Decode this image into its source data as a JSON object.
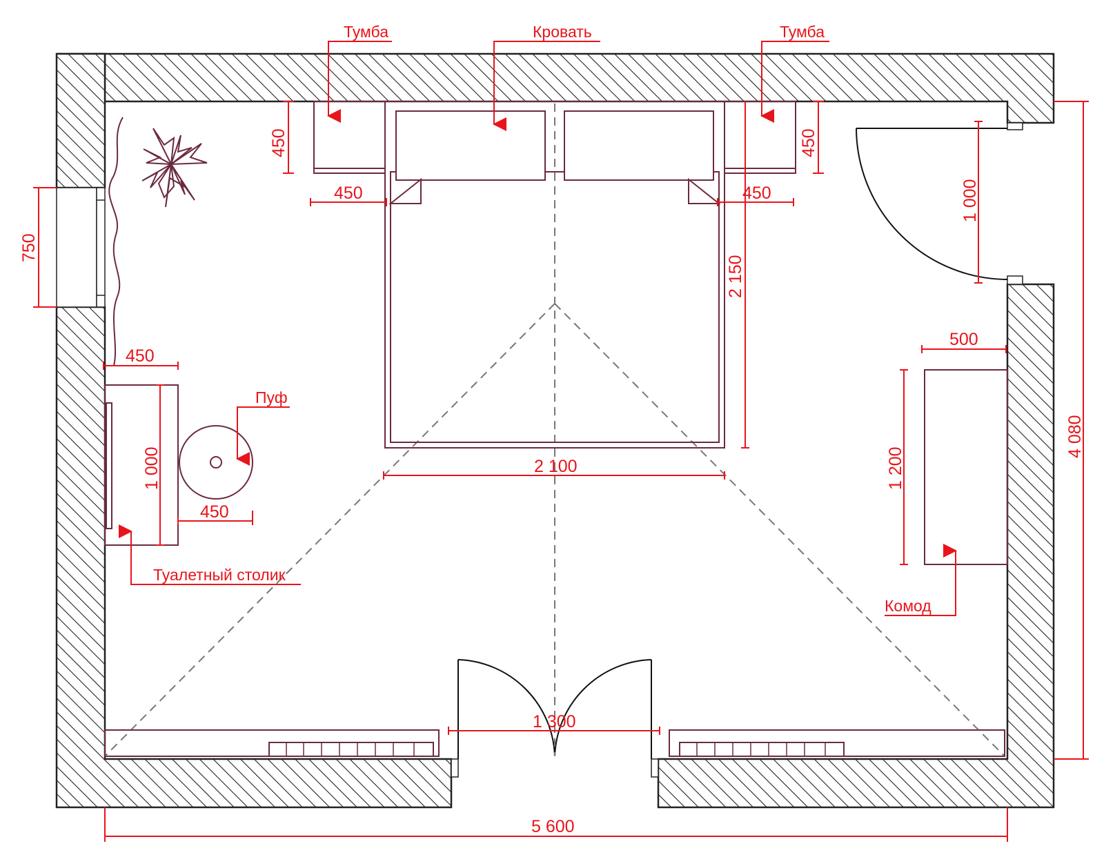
{
  "labels": {
    "nightstand_left": "Тумба",
    "bed": "Кровать",
    "nightstand_right": "Тумба",
    "pouf": "Пуф",
    "vanity_table": "Туалетный столик",
    "dresser": "Комод"
  },
  "dimensions": {
    "nightstand_left_depth": "450",
    "nightstand_left_width": "450",
    "nightstand_right_depth": "450",
    "nightstand_right_width": "450",
    "window_width": "750",
    "door_right_width": "1 000",
    "bed_length": "2 150",
    "bed_width": "2 100",
    "room_depth": "4 080",
    "dresser_depth": "500",
    "dresser_length": "1 200",
    "vanity_depth": "450",
    "vanity_length": "1 000",
    "pouf_size": "450",
    "entrance_width": "1 300",
    "room_width": "5 600"
  },
  "colors": {
    "dimension": "#e8141b",
    "furniture": "#6b2a3f",
    "wall_outline": "#222222"
  }
}
